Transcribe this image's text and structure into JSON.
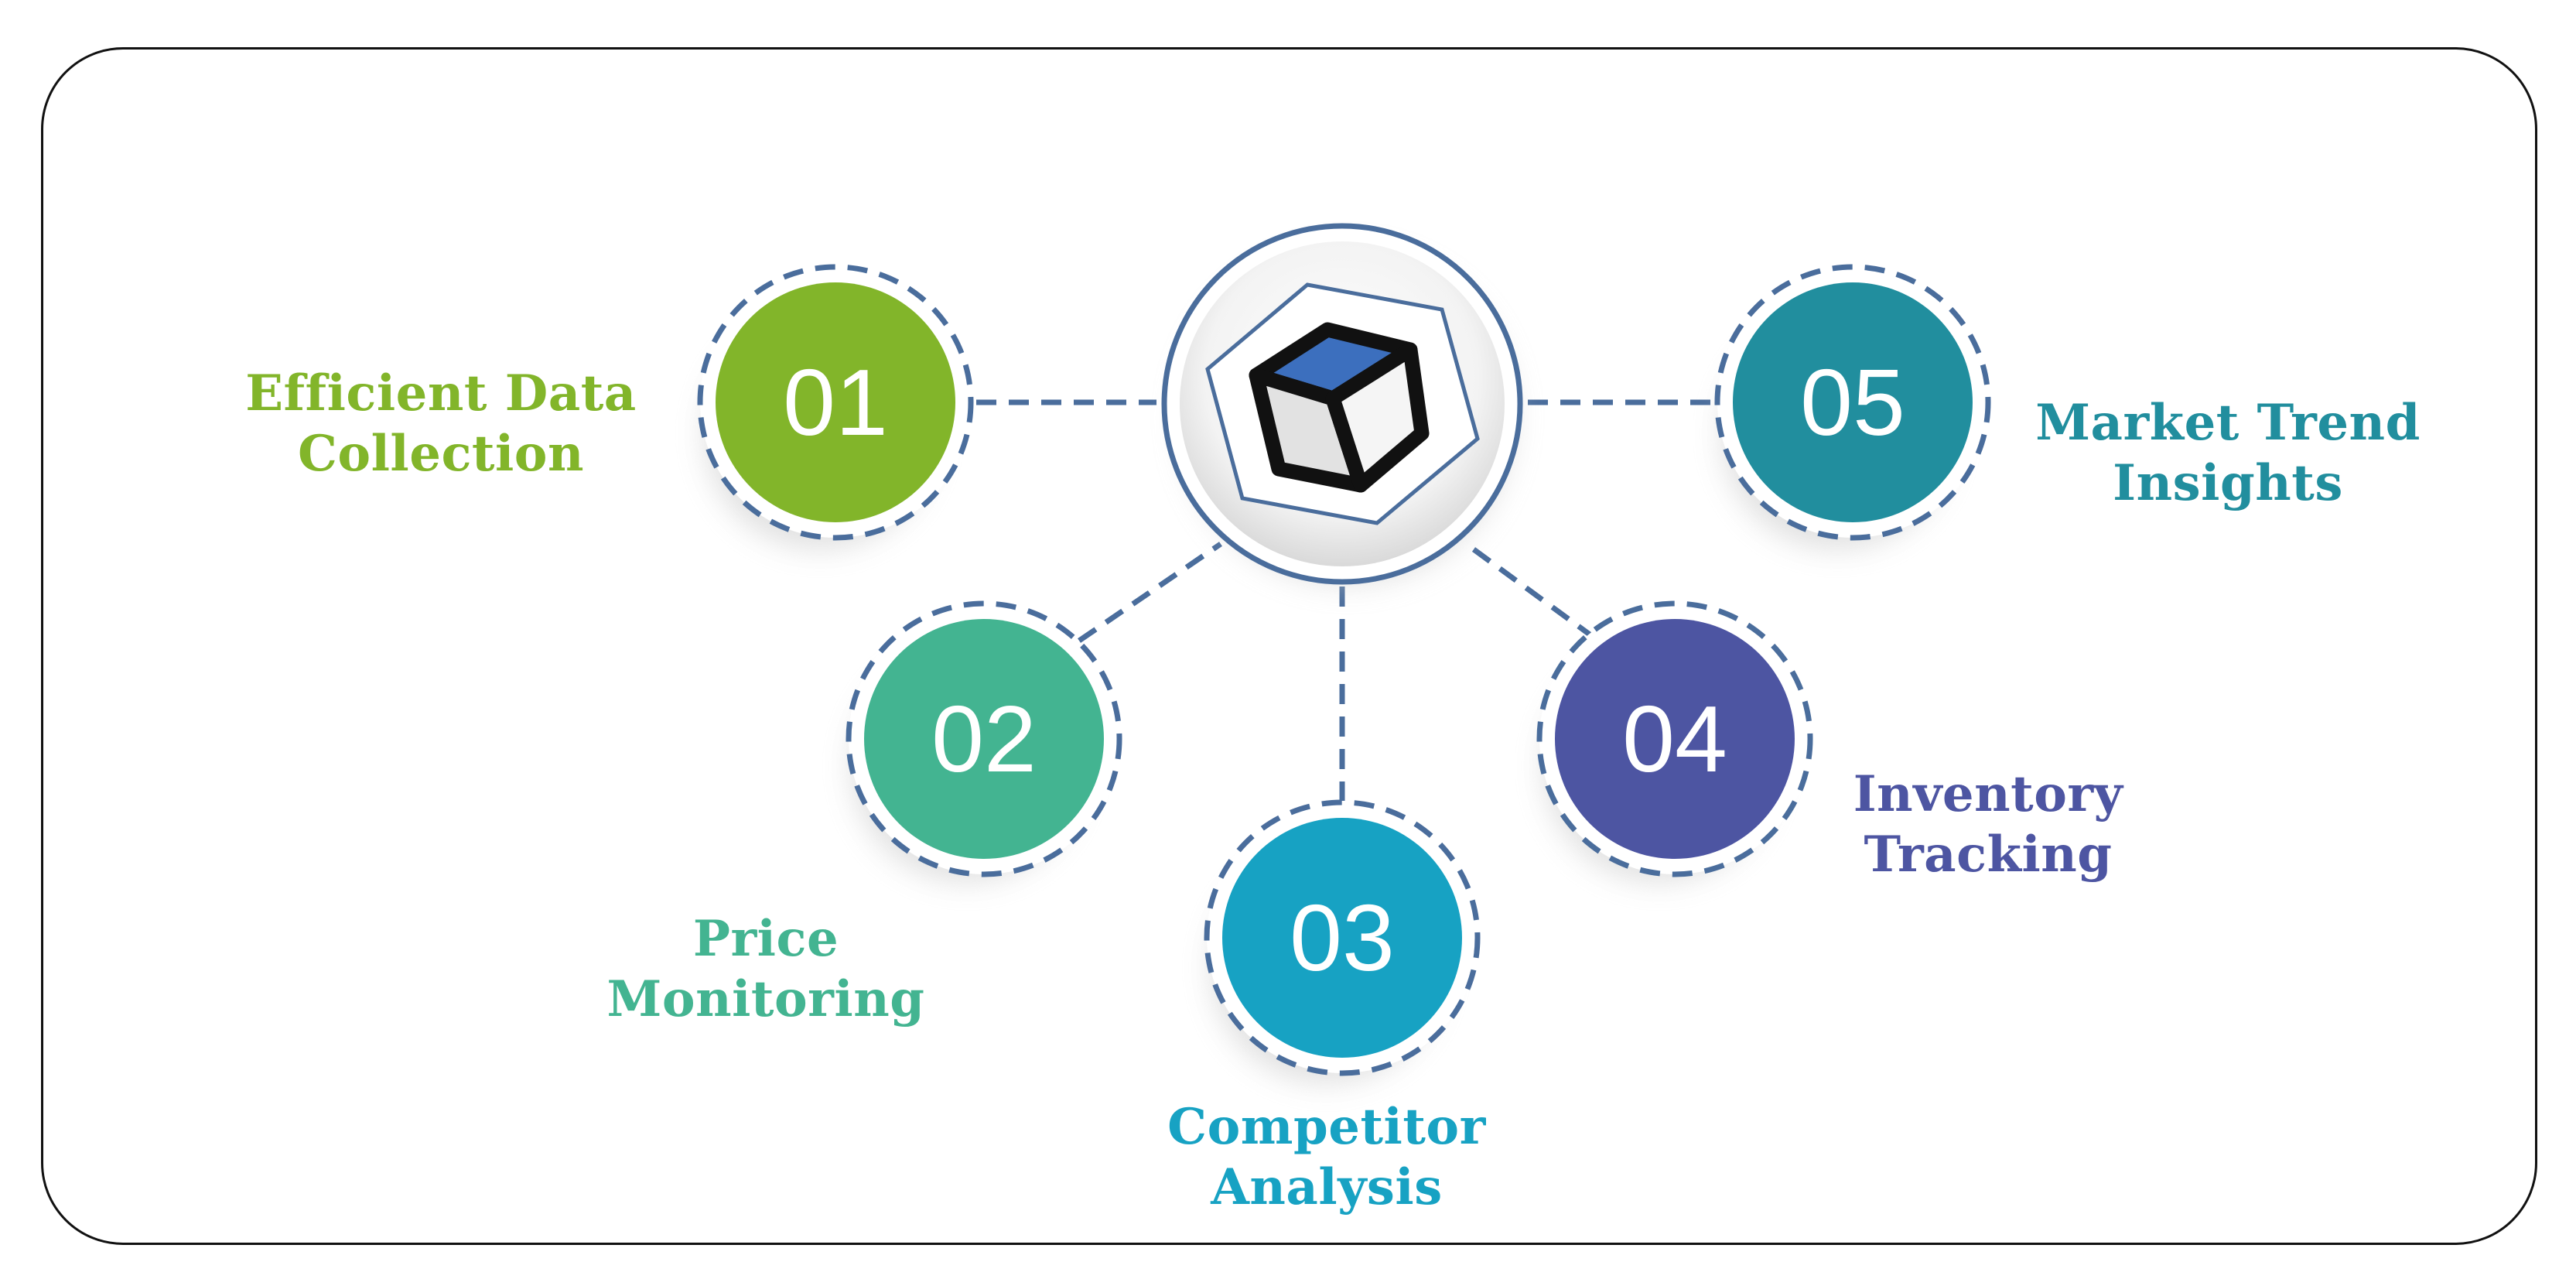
{
  "colors": {
    "connector": "#4a6d9c",
    "hub_ring": "#4a6d9c",
    "cube_top": "#3c6fbe"
  },
  "hub": {
    "icon": "cube-icon"
  },
  "steps": [
    {
      "number": "01",
      "line1": "Efficient Data",
      "line2": "Collection",
      "color": "#82b52a"
    },
    {
      "number": "02",
      "line1": "Price",
      "line2": "Monitoring",
      "color": "#43b491"
    },
    {
      "number": "03",
      "line1": "Competitor",
      "line2": "Analysis",
      "color": "#17a2c3"
    },
    {
      "number": "04",
      "line1": "Inventory",
      "line2": "Tracking",
      "color": "#4d55a2"
    },
    {
      "number": "05",
      "line1": "Market Trend",
      "line2": "Insights",
      "color": "#218e9e"
    }
  ]
}
